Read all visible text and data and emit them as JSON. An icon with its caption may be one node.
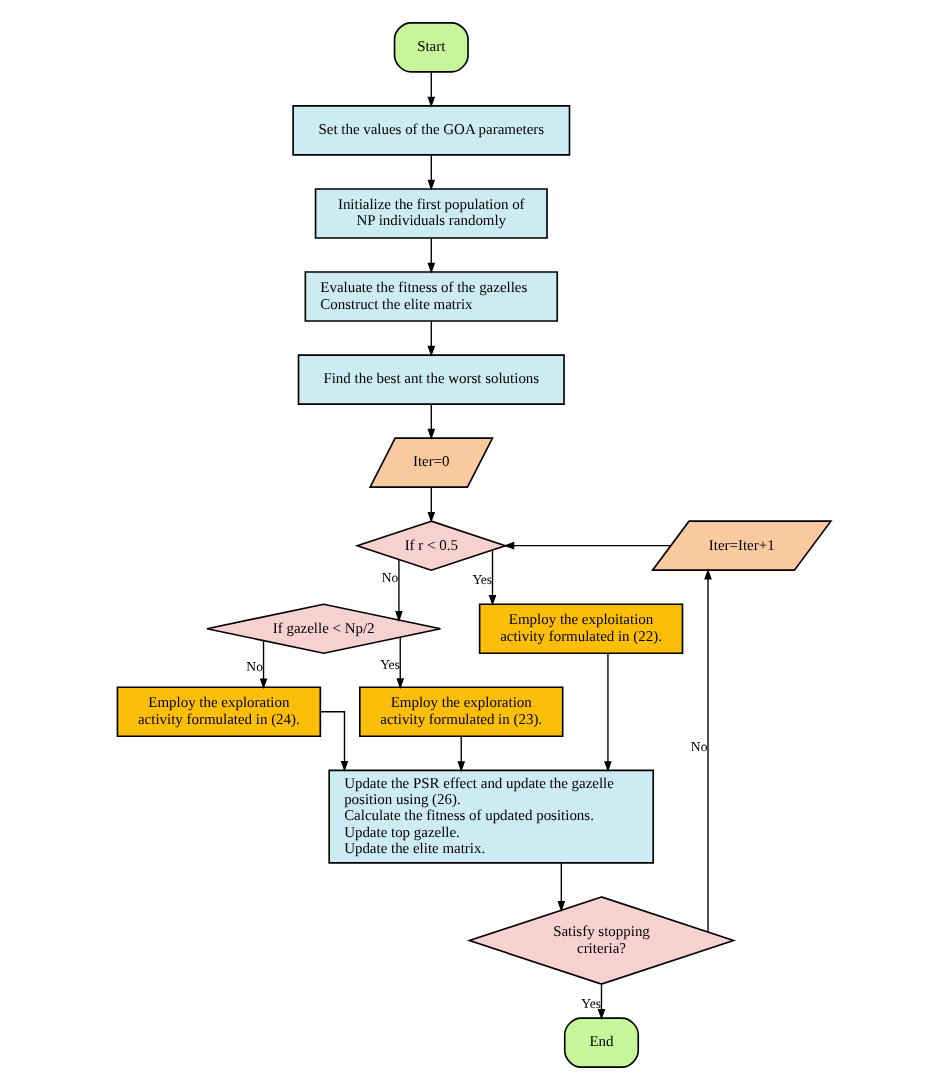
{
  "diagram": {
    "nodes": [
      {
        "text": [
          "Start"
        ]
      },
      {
        "text": [
          "Set the values of the GOA parameters"
        ]
      },
      {
        "text": [
          "Initialize the first population of NP individuals randomly"
        ]
      },
      {
        "text": [
          "Evaluate the fitness of the gazelles",
          "Construct the elite matrix"
        ]
      },
      {
        "text": [
          "Find the best ant the worst solutions"
        ]
      },
      {
        "text": [
          "Iter=0"
        ]
      },
      {
        "text": [
          "If r < 0.5"
        ]
      },
      {
        "text": [
          "If gazelle < Np/2"
        ]
      },
      {
        "text": [
          "Employ the exploitation activity formulated in (22)."
        ]
      },
      {
        "text": [
          "Employ the exploration activity formulated in (24)."
        ]
      },
      {
        "text": [
          "Employ the exploration activity formulated in (23)."
        ]
      },
      {
        "text": [
          "Update the PSR effect and update the gazelle position using (26).",
          "Calculate the fitness of updated positions.",
          "Update top gazelle.",
          "Update the elite matrix."
        ]
      },
      {
        "text": [
          "Satisfy stopping criteria?"
        ]
      },
      {
        "text": [
          "End"
        ]
      },
      {
        "text": [
          "Iter=Iter+1"
        ]
      }
    ],
    "edges": [
      {
        "from": 0,
        "to": 1,
        "arrow": "to"
      },
      {
        "from": 1,
        "to": 2,
        "arrow": "to"
      },
      {
        "from": 2,
        "to": 3,
        "arrow": "to"
      },
      {
        "from": 3,
        "to": 4,
        "arrow": "to"
      },
      {
        "from": 4,
        "to": 5,
        "arrow": "to"
      },
      {
        "from": 5,
        "to": 6,
        "arrow": "to"
      },
      {
        "from": 6,
        "to": 7,
        "arrow": "to",
        "label": "No"
      },
      {
        "from": 6,
        "to": 8,
        "arrow": "to",
        "label": "Yes"
      },
      {
        "from": 7,
        "to": 9,
        "arrow": "to",
        "label": "No"
      },
      {
        "from": 7,
        "to": 10,
        "arrow": "to",
        "label": "Yes"
      },
      {
        "from": 9,
        "to": 11,
        "arrow": "to"
      },
      {
        "from": 10,
        "to": 11,
        "arrow": "to"
      },
      {
        "from": 8,
        "to": 11,
        "arrow": "to"
      },
      {
        "from": 11,
        "to": 12,
        "arrow": "to"
      },
      {
        "from": 12,
        "to": 13,
        "arrow": "to",
        "label": "Yes"
      },
      {
        "from": 12,
        "to": 14,
        "arrow": "to",
        "label": "No"
      },
      {
        "from": 14,
        "to": 6,
        "arrow": "to"
      }
    ]
  }
}
